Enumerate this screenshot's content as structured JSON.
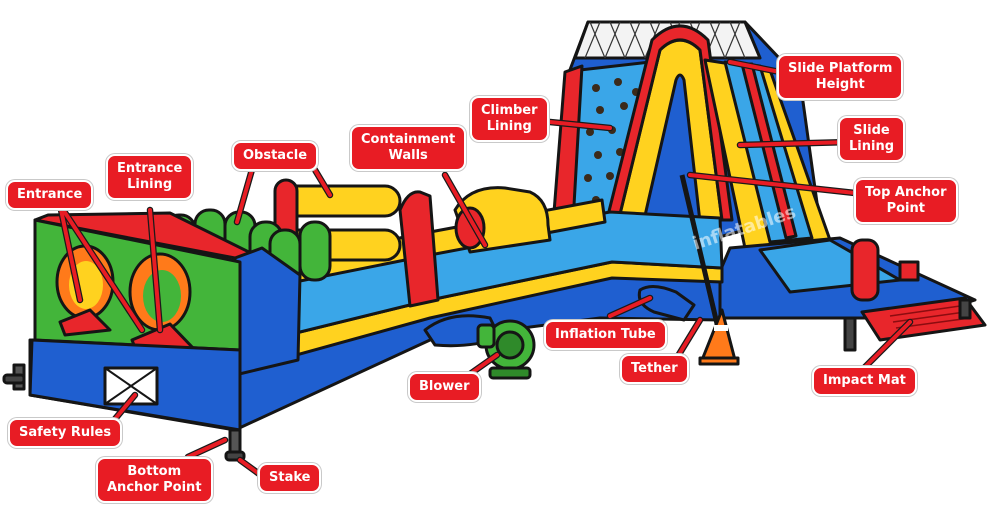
{
  "labels": {
    "entrance": "Entrance",
    "entrance_lining": [
      "Entrance",
      "Lining"
    ],
    "obstacle": "Obstacle",
    "containment_walls": [
      "Containment",
      "Walls"
    ],
    "climber_lining": [
      "Climber",
      "Lining"
    ],
    "slide_platform_height": [
      "Slide Platform",
      "Height"
    ],
    "slide_lining": [
      "Slide",
      "Lining"
    ],
    "top_anchor_point": [
      "Top Anchor",
      "Point"
    ],
    "inflation_tube": "Inflation Tube",
    "tether": "Tether",
    "blower": "Blower",
    "impact_mat": "Impact Mat",
    "safety_rules": "Safety Rules",
    "bottom_anchor_point": [
      "Bottom",
      "Anchor Point"
    ],
    "stake": "Stake"
  },
  "watermark": "inflatables",
  "colors": {
    "label_bg": "#e81c24",
    "label_text": "#ffffff",
    "blue": "#1f5fd0",
    "light_blue": "#3aa6e8",
    "yellow": "#ffd21f",
    "red": "#e8262b",
    "green": "#43b53a",
    "orange": "#ff7a1a"
  }
}
